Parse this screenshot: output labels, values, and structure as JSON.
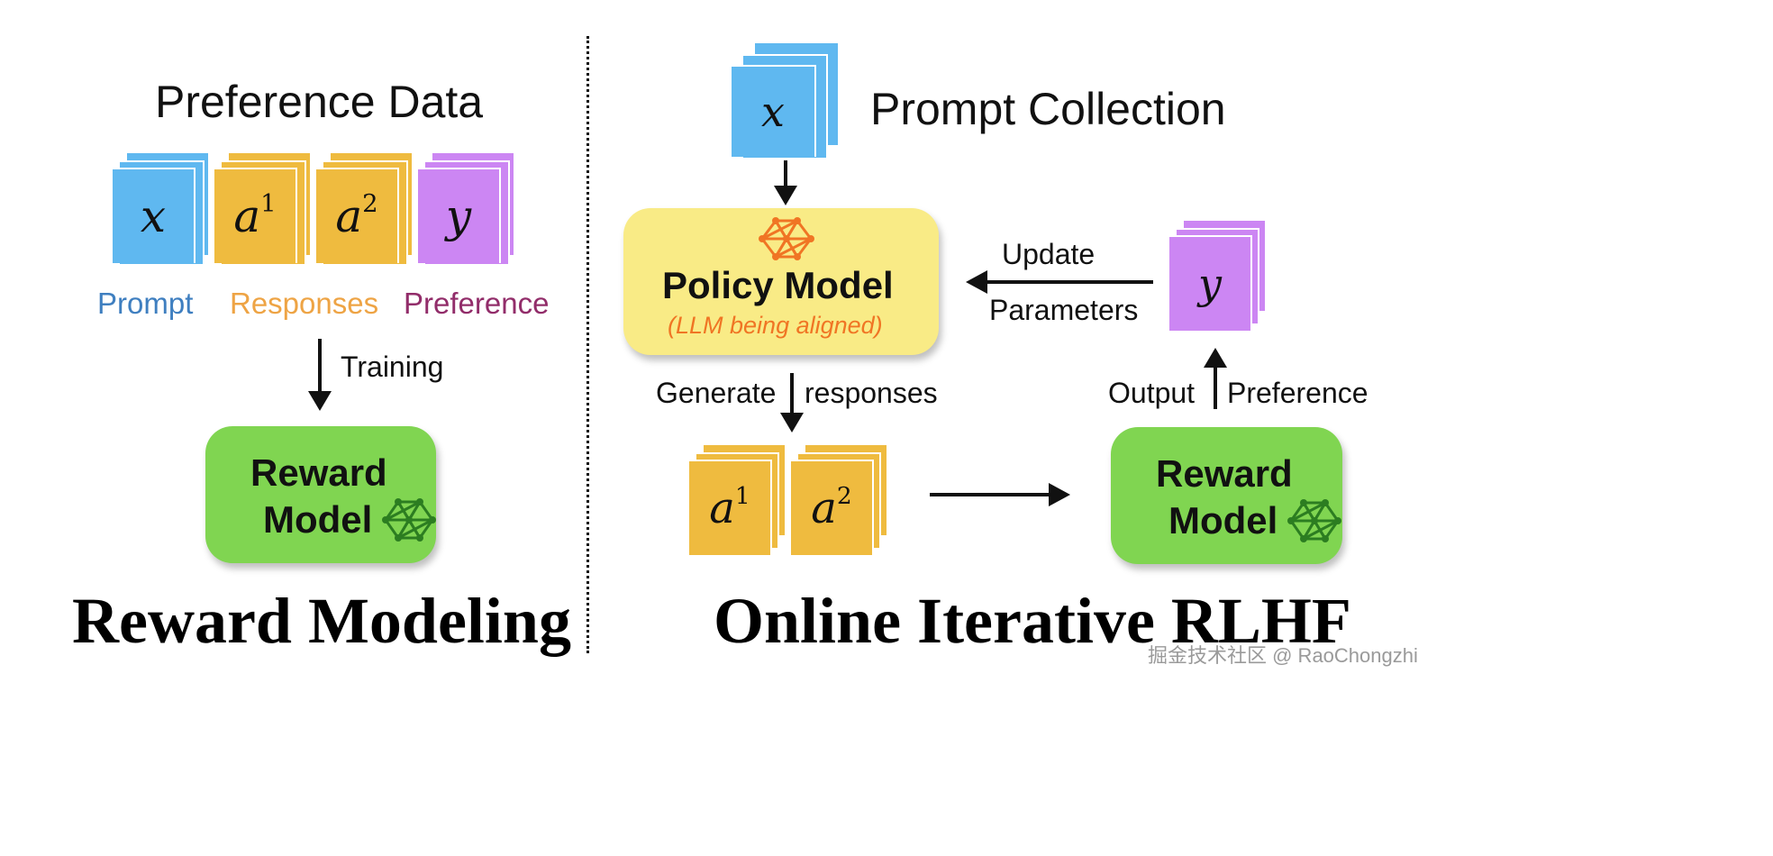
{
  "colors": {
    "prompt_blue": "#5fb8f0",
    "response_orange": "#efbb3f",
    "preference_purple": "#cc86f3",
    "reward_green": "#80d551",
    "policy_yellow": "#f9eb86",
    "net_orange": "#f07524",
    "net_green": "#2c7d21",
    "label_prompt": "#3f7fc0",
    "label_responses": "#eea445",
    "label_preference": "#922d6a"
  },
  "left": {
    "heading": "Preference Data",
    "cards": {
      "x": "x",
      "a1_base": "a",
      "a1_sup": "1",
      "a2_base": "a",
      "a2_sup": "2",
      "y": "y"
    },
    "legend": {
      "prompt": "Prompt",
      "responses": "Responses",
      "preference": "Preference"
    },
    "training_label": "Training",
    "reward_model": {
      "line1": "Reward",
      "line2": "Model"
    },
    "title": "Reward Modeling"
  },
  "right": {
    "prompt_collection": "Prompt Collection",
    "prompt_card": "x",
    "policy_model": {
      "title": "Policy Model",
      "subtitle": "(LLM being aligned)"
    },
    "update_label": {
      "line1": "Update",
      "line2": "Parameters"
    },
    "preference_card": "y",
    "generate_label": "Generate",
    "responses_label": "responses",
    "output_label": "Output",
    "preference_label": "Preference",
    "response_cards": {
      "a1_base": "a",
      "a1_sup": "1",
      "a2_base": "a",
      "a2_sup": "2"
    },
    "reward_model": {
      "line1": "Reward",
      "line2": "Model"
    },
    "title": "Online Iterative RLHF"
  },
  "watermark": "掘金技术社区 @ RaoChongzhi"
}
